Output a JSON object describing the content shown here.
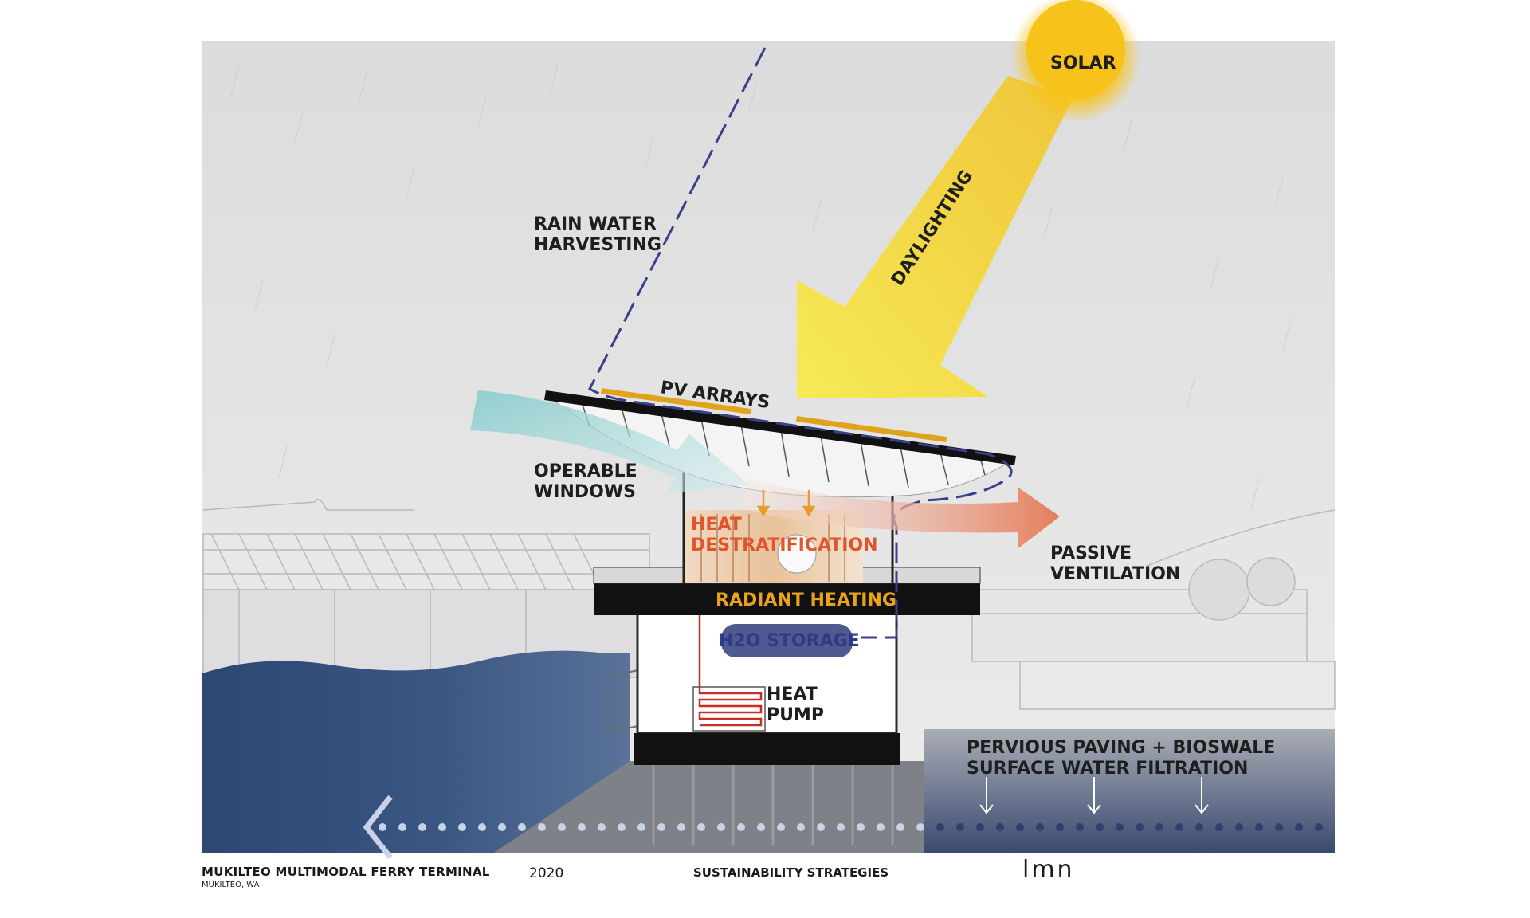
{
  "labels": {
    "solar": "SOLAR",
    "daylighting": "DAYLIGHTING",
    "rain_line1": "RAIN WATER",
    "rain_line2": "HARVESTING",
    "pv_arrays": "PV ARRAYS",
    "operable_line1": "OPERABLE",
    "operable_line2": "WINDOWS",
    "heat_line1": "HEAT",
    "heat_line2": "DESTRATIFICATION",
    "passive_line1": "PASSIVE",
    "passive_line2": "VENTILATION",
    "radiant_heating": "RADIANT HEATING",
    "h2o_storage": "H2O STORAGE",
    "heat_pump_line1": "HEAT",
    "heat_pump_line2": "PUMP",
    "pervious_line1": "PERVIOUS PAVING + BIOSWALE",
    "pervious_line2": "SURFACE WATER FILTRATION"
  },
  "footer": {
    "project": "MUKILTEO MULTIMODAL FERRY TERMINAL",
    "location": "MUKILTEO, WA",
    "year": "2020",
    "subject": "SUSTAINABILITY STRATEGIES",
    "logo": "lmn"
  },
  "colors": {
    "sky": "#e3e3e4",
    "solar": "#f6c41c",
    "daylighting": "#f3dd3a",
    "water": "#2f4a76",
    "ventilation_in": "#8fcfcf",
    "ventilation_out": "#e6876a",
    "heat_text": "#e0562b",
    "radiant_text": "#e8a21b",
    "h2o_text": "#303a86",
    "rain_line": "#3a3f8a",
    "label_dark": "#1e1e1e"
  }
}
